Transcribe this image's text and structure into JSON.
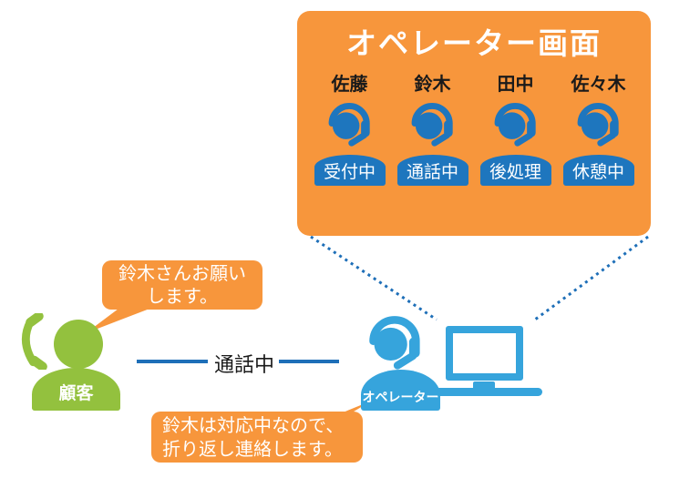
{
  "panel": {
    "title": "オペレーター画面",
    "operators": [
      {
        "name": "佐藤",
        "status": "受付中"
      },
      {
        "name": "鈴木",
        "status": "通話中"
      },
      {
        "name": "田中",
        "status": "後処理"
      },
      {
        "name": "佐々木",
        "status": "休憩中"
      }
    ]
  },
  "customer": {
    "label": "顧客"
  },
  "operator": {
    "label": "オペレーター"
  },
  "connection": {
    "label": "通話中"
  },
  "bubbles": {
    "customer": {
      "line1": "鈴木さんお願い",
      "line2": "します。"
    },
    "operator": {
      "line1": "鈴木は対応中なので、",
      "line2": "折り返し連絡します。"
    }
  },
  "icons": {
    "operator_status": "headset-icon",
    "customer_phone": "phone-handset-icon",
    "customer_person": "person-icon",
    "operator_person": "headset-icon",
    "computer": "laptop-icon"
  },
  "colors": {
    "panel_orange": "#F7963C",
    "panel_icon_blue": "#1E76BE",
    "operator_light_blue": "#36A4DC",
    "line_blue": "#1E6FB8",
    "customer_green": "#93C13E",
    "text_dark": "#1A1A1A",
    "text_white": "#FFFFFF"
  }
}
